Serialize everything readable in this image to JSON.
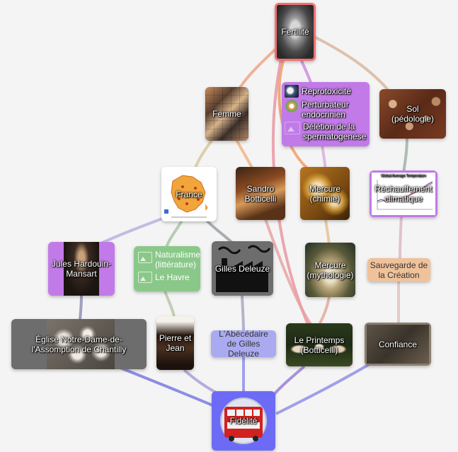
{
  "nodes": {
    "fertilite": "Fertilité",
    "femme": "Femme",
    "reprotoxicite": "Reprotoxicité",
    "perturbateur": "Perturbateur endocrinien",
    "deletion": "Délétion de la spermatogenèse",
    "sol": "Sol (pédologie)",
    "france": "France",
    "botticelli": "Sandro Botticelli",
    "mercure_chimie": "Mercure (chimie)",
    "rechauffement": "Réchauffement climatique",
    "mansart": "Jules Hardouin-Mansart",
    "naturalisme": "Naturalisme (littérature)",
    "le_havre": "Le Havre",
    "deleuze": "Gilles Deleuze",
    "mercure_mytho": "Mercure (mythologie)",
    "sauvegarde": "Sauvegarde de la Création",
    "eglise": "Église Notre-Dame-de-l'Assomption de Chantilly",
    "pierre_jean": "Pierre et Jean",
    "abecedaire": "L'Abécédaire de Gilles Deleuze",
    "printemps": "Le Printemps (Botticelli)",
    "confiance": "Confiance",
    "fidelite": "Fidélité"
  },
  "chart_titles": {
    "rechauffement_chart": "Global Average Temperature"
  },
  "icons": {
    "fertilite": "statue-image",
    "femme": "portrait-grid-image",
    "reprotoxicite": "molecule-thumbnail",
    "perturbateur": "flower-thumbnail",
    "deletion": "image-placeholder-icon",
    "sol": "soil-image",
    "france": "france-map-image",
    "deleuze": "factory-icon",
    "fidelite": "london-bus-image"
  },
  "colors": {
    "purple_node": "#c27ae8",
    "green_node": "#8ac88a",
    "peach_node": "#efc29b",
    "lavender_node": "#aaaaf0",
    "blue_node": "#6d6bf5",
    "gray_node": "#6d6d6d",
    "highlight_border": "#f07070"
  }
}
